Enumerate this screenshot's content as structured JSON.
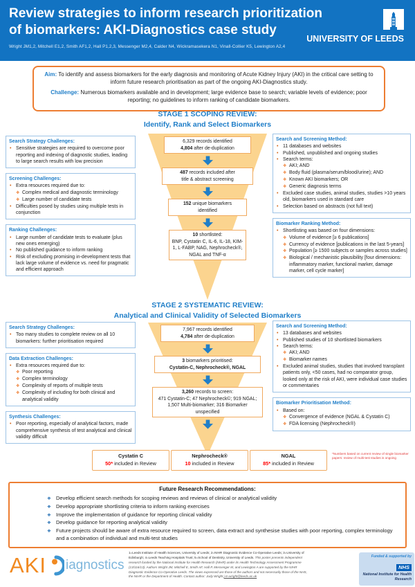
{
  "accent_colors": {
    "header_blue": "#1273C2",
    "heading_blue": "#1F7EC8",
    "box_border_blue": "#9DC3E6",
    "funnel_fill": "#FBD48F",
    "funnel_border": "#F0A95E",
    "frame_orange": "#ED7D31",
    "number_red": "#FF0000",
    "nhs_blue": "#005EB8"
  },
  "header": {
    "title_line1": "Review strategies to inform research prioritization",
    "title_line2": "of biomarkers: AKI-Diagnostics case study",
    "authors": "Wright JM1,2, Mitchell E1,2, Smith AF1,2, Hall P1,2,3, Messenger M2,4, Calder N4, Wickramasekera N1, Vinall-Collier K5, Lewington A2,4",
    "logo_text": "UNIVERSITY OF LEEDS"
  },
  "aim_box": {
    "aim_label": "Aim:",
    "aim_text": " To identify and assess biomarkers for the early diagnosis and monitoring of Acute Kidney Injury (AKI) in the critical care setting to inform future research prioritisation as part of the ongoing AKI-Diagnostics study.",
    "challenge_label": "Challenge:",
    "challenge_text": " Numerous biomarkers available and in development; large evidence base to search; variable levels of evidence; poor reporting; no guidelines to inform ranking of candidate biomarkers."
  },
  "stage1": {
    "heading_line1": "STAGE 1 SCOPING REVIEW:",
    "heading_line2": "Identify, Rank and Select Biomarkers",
    "left_boxes": [
      {
        "title": "Search Strategy Challenges:",
        "items": [
          {
            "level": 1,
            "text": "Sensitive strategies are required to overcome poor reporting and indexing of diagnostic studies, leading to large search results with low precision"
          }
        ]
      },
      {
        "title": "Screening Challenges:",
        "items": [
          {
            "level": 1,
            "text": "Extra resources required due to:"
          },
          {
            "level": 2,
            "text": "Complex medical and diagnostic terminology"
          },
          {
            "level": 2,
            "text": "Large number of candidate tests"
          },
          {
            "level": 1,
            "text": "Difficulties posed by studies using multiple tests in conjunction"
          }
        ]
      },
      {
        "title": "Ranking Challenges:",
        "items": [
          {
            "level": 1,
            "text": "Large number of candidate tests to evaluate (plus new ones emerging)"
          },
          {
            "level": 1,
            "text": "No published guidance to inform ranking"
          },
          {
            "level": 1,
            "text": "Risk of excluding promising in-development tests that lack large volume of evidence vs. need for pragmatic and efficient approach"
          }
        ]
      }
    ],
    "funnel": [
      {
        "lines": [
          {
            "bold": "",
            "text": "6,329 records identified"
          },
          {
            "bold": "4,804",
            "text": " after de-duplication"
          }
        ]
      },
      {
        "lines": [
          {
            "bold": "487",
            "text": " records included after"
          },
          {
            "bold": "",
            "text": "title & abstract screening"
          }
        ]
      },
      {
        "lines": [
          {
            "bold": "152",
            "text": " unique biomarkers"
          },
          {
            "bold": "",
            "text": "identified"
          }
        ]
      },
      {
        "lines": [
          {
            "bold": "10",
            "text": " shortlisted:"
          },
          {
            "bold": "",
            "text": "BNP, Cystatin C, IL-6, IL-18, KIM-1, L-FABP, NAG, Nephrocheck®, NGAL and TNF-α"
          }
        ]
      }
    ],
    "right_boxes": [
      {
        "title": "Search and Screening Method:",
        "items": [
          {
            "level": 1,
            "text": "11 databases and websites"
          },
          {
            "level": 1,
            "text": "Published, unpublished and ongoing studies"
          },
          {
            "level": 1,
            "text": "Search terms:"
          },
          {
            "level": 2,
            "text": "AKI;  AND"
          },
          {
            "level": 2,
            "text": "Body fluid (plasma/serum/blood/urine); AND"
          },
          {
            "level": 2,
            "text": "Known AKI biomarkers; OR"
          },
          {
            "level": 2,
            "text": "Generic diagnosis terms"
          },
          {
            "level": 1,
            "text": "Excluded case studies, animal studies, studies >10 years old, biomarkers used in standard care"
          },
          {
            "level": 1,
            "text": "Selection based on abstracts (not full text)"
          }
        ]
      },
      {
        "title": "Biomarker Ranking Method:",
        "items": [
          {
            "level": 1,
            "text": "Shortlisting was based on four dimensions:"
          },
          {
            "level": 2,
            "text": "Volume of evidence [≥ 6 publications]"
          },
          {
            "level": 2,
            "text": "Currency of evidence [publications in the last 5-years]"
          },
          {
            "level": 2,
            "text": "Population [≥ 1500 subjects or samples across studies]"
          },
          {
            "level": 2,
            "text": "Biological / mechanistic plausibility [four dimensions: inflammatory marker, functional marker, damage marker, cell cycle marker]"
          }
        ]
      }
    ]
  },
  "stage2": {
    "heading_line1": "STAGE 2 SYSTEMATIC REVIEW:",
    "heading_line2": "Analytical and Clinical Validity of Selected Biomarkers",
    "left_boxes": [
      {
        "title": "Search Strategy Challenges:",
        "items": [
          {
            "level": 1,
            "text": "Too many studies to complete review on all 10 biomarkers: further prioritisation required"
          }
        ]
      },
      {
        "title": "Data Extraction Challenges:",
        "items": [
          {
            "level": 1,
            "text": "Extra resources required due to:"
          },
          {
            "level": 2,
            "text": "Poor reporting"
          },
          {
            "level": 2,
            "text": "Complex terminology"
          },
          {
            "level": 2,
            "text": "Complexity of reports of multiple tests"
          },
          {
            "level": 2,
            "text": "Complexity of including for both clinical and analytical validity"
          }
        ]
      },
      {
        "title": "Synthesis Challenges:",
        "items": [
          {
            "level": 1,
            "text": "Poor reporting, especially of analytical factors, made comprehensive synthesis of test analytical and clinical validity difficult"
          }
        ]
      }
    ],
    "funnel": [
      {
        "lines": [
          {
            "bold": "",
            "text": "7,967 records identified"
          },
          {
            "bold": "4,784",
            "text": " after de-duplication"
          }
        ]
      },
      {
        "lines": [
          {
            "bold": "3",
            "text": " biomarkers prioritised:"
          },
          {
            "bold": "Cystatin-C, Nephrocheck®, NGAL",
            "text": ""
          }
        ]
      },
      {
        "lines": [
          {
            "bold": "3,260",
            "text": " records to screen:"
          },
          {
            "bold": "",
            "text": "471 Cystatin-C; 47 Nephrocheck©; 919 NGAL; 1,507 Multi-biomarker; 316 Biomarker unspecified"
          }
        ]
      }
    ],
    "right_boxes": [
      {
        "title": "Search and Screening Method:",
        "items": [
          {
            "level": 1,
            "text": "13 databases and websites"
          },
          {
            "level": 1,
            "text": "Published studies of 10 shortlisted biomarkers"
          },
          {
            "level": 1,
            "text": "Search terms:"
          },
          {
            "level": 2,
            "text": "AKI;  AND"
          },
          {
            "level": 2,
            "text": "Biomarker names"
          },
          {
            "level": 1,
            "text": "Excluded animal studies, studies that involved transplant patients only, <50 cases, had no comparator group, looked only at the risk of AKI, were individual case studies or commentaries"
          }
        ]
      },
      {
        "title": "Biomarker Prioritisation Method:",
        "items": [
          {
            "level": 1,
            "text": "Based on:"
          },
          {
            "level": 2,
            "text": "Convergence of evidence (NGAL & Cystatin C)"
          },
          {
            "level": 2,
            "text": "FDA licensing (Nephrocheck®)"
          }
        ]
      }
    ]
  },
  "results": {
    "boxes": [
      {
        "name": "Cystatin C",
        "count": "50*",
        "suffix": " included in Review"
      },
      {
        "name": "Nephrocheck®",
        "count": "10",
        "suffix": " included in Review"
      },
      {
        "name": "NGAL",
        "count": "85*",
        "suffix": " included in Review"
      }
    ],
    "footnote": "*Numbers based on current review of single biomarker papers: review of multi-test studies is ongoing"
  },
  "future": {
    "title": "Future Research Recommendations:",
    "items": [
      {
        "text": "Develop efficient search methods for scoping reviews and reviews of clinical or analytical validity"
      },
      {
        "text": "Develop appropriate shortlisting criteria to inform ranking exercises"
      },
      {
        "text": "Improve the implementation of guidance for reporting clinical validity"
      },
      {
        "text": "Develop guidance for reporting analytical validity"
      },
      {
        "text": "Future projects should be aware of extra resource required to screen, data extract and synthesise studies with poor reporting, complex terminology and a combination of individual and multi-test studies"
      }
    ]
  },
  "footer": {
    "logo_aki": "AKI",
    "logo_rest": "iagnostics",
    "affiliations": "1=Leeds Institute of Health Sciences, University of Leeds; 2=NIHR Diagnostic Evidence Co-Operative Leeds; 3=University of Edinburgh; 4=Leeds Teaching Hospitals Trust; 5=School of Dentistry, University of Leeds.",
    "disclaimer": "This poster presents independent research funded by the National Institute for Health Research (NIHR) under its Health Technology Assessment Programme (13/116/13). Authors Wright JM, Mitchell E, Smith AF, Hall P, Messenger M, and Lewington A are supported by the NIHR Diagnostic Evidence Co-Operative Leeds. The views expressed are those of the authors and not necessarily those of the NHS, the NIHR or the Department of Health. Contact author: Judy Wright ",
    "email": "j.m.wright@leeds.ac.uk",
    "nhs": {
      "funded": "Funded & supported by",
      "nhs": "NHS",
      "name": "National Institute for Health Research"
    }
  }
}
